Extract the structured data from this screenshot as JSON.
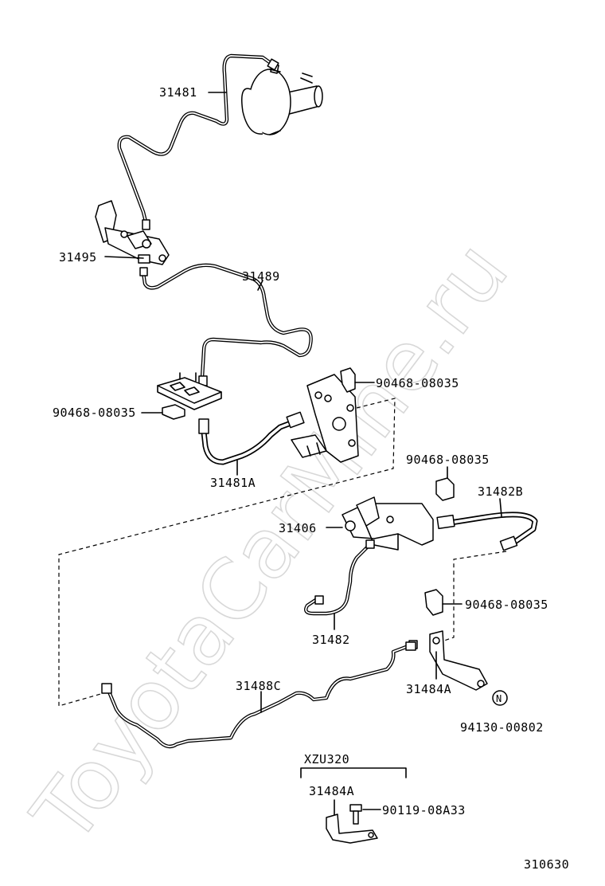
{
  "watermark": "ToyotaCarMine.ru",
  "diagram_code": "310630",
  "variant_label": "XZU320",
  "callouts": {
    "p31481": "31481",
    "p31495": "31495",
    "p31489": "31489",
    "clip_1": "90468-08035",
    "clip_2": "90468-08035",
    "p31481a": "31481A",
    "clip_3": "90468-08035",
    "p31482b": "31482B",
    "p31406": "31406",
    "clip_4": "90468-08035",
    "p31482": "31482",
    "p31488c": "31488C",
    "p31484a": "31484A",
    "p94130": "94130-00802",
    "nut_symbol": "N",
    "p31484a_alt": "31484A",
    "p90119": "90119-08A33"
  }
}
